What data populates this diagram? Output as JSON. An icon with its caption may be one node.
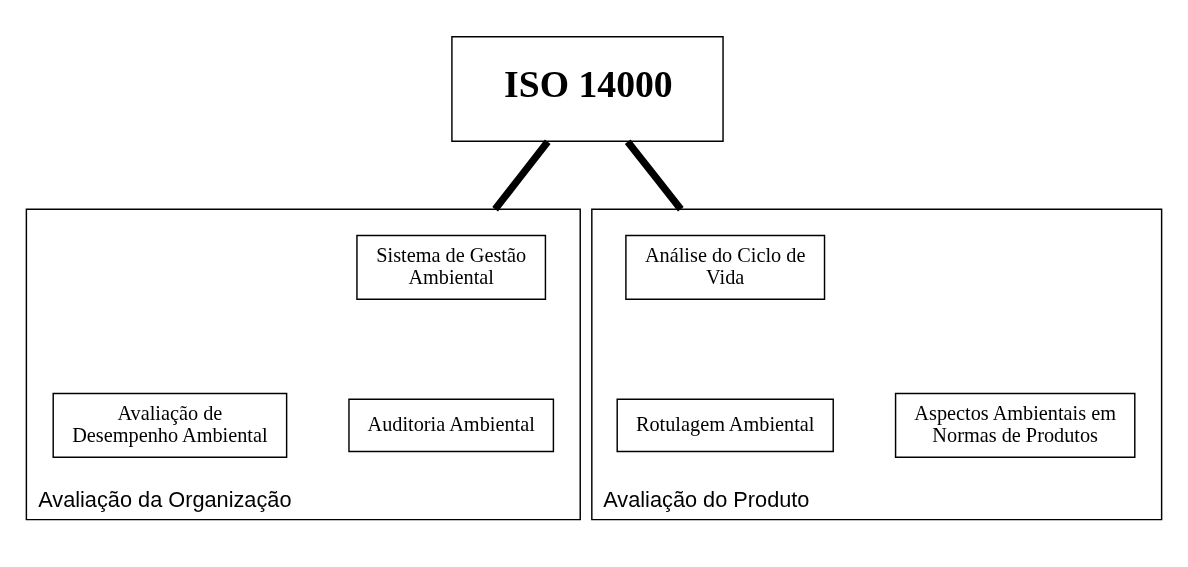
{
  "diagram": {
    "nodes": [
      {
        "text": [
          "ISO 14000"
        ]
      },
      {
        "text": [
          "Avaliação da Organização"
        ]
      },
      {
        "text": [
          "Sistema de Gestão Ambiental"
        ],
        "in": 1
      },
      {
        "text": [
          "Avaliação de Desempenho Ambiental"
        ],
        "in": 1
      },
      {
        "text": [
          "Auditoria Ambiental"
        ],
        "in": 1
      },
      {
        "text": [
          "Avaliação do Produto"
        ]
      },
      {
        "text": [
          "Análise do Ciclo de Vida"
        ],
        "in": 5
      },
      {
        "text": [
          "Rotulagem Ambiental"
        ],
        "in": 5
      },
      {
        "text": [
          "Aspectos Ambientais em Normas de Produtos"
        ],
        "in": 5
      }
    ],
    "edges": [
      {
        "from": 0,
        "to": 1,
        "arrow": "none"
      },
      {
        "from": 0,
        "to": 5,
        "arrow": "none"
      }
    ]
  }
}
